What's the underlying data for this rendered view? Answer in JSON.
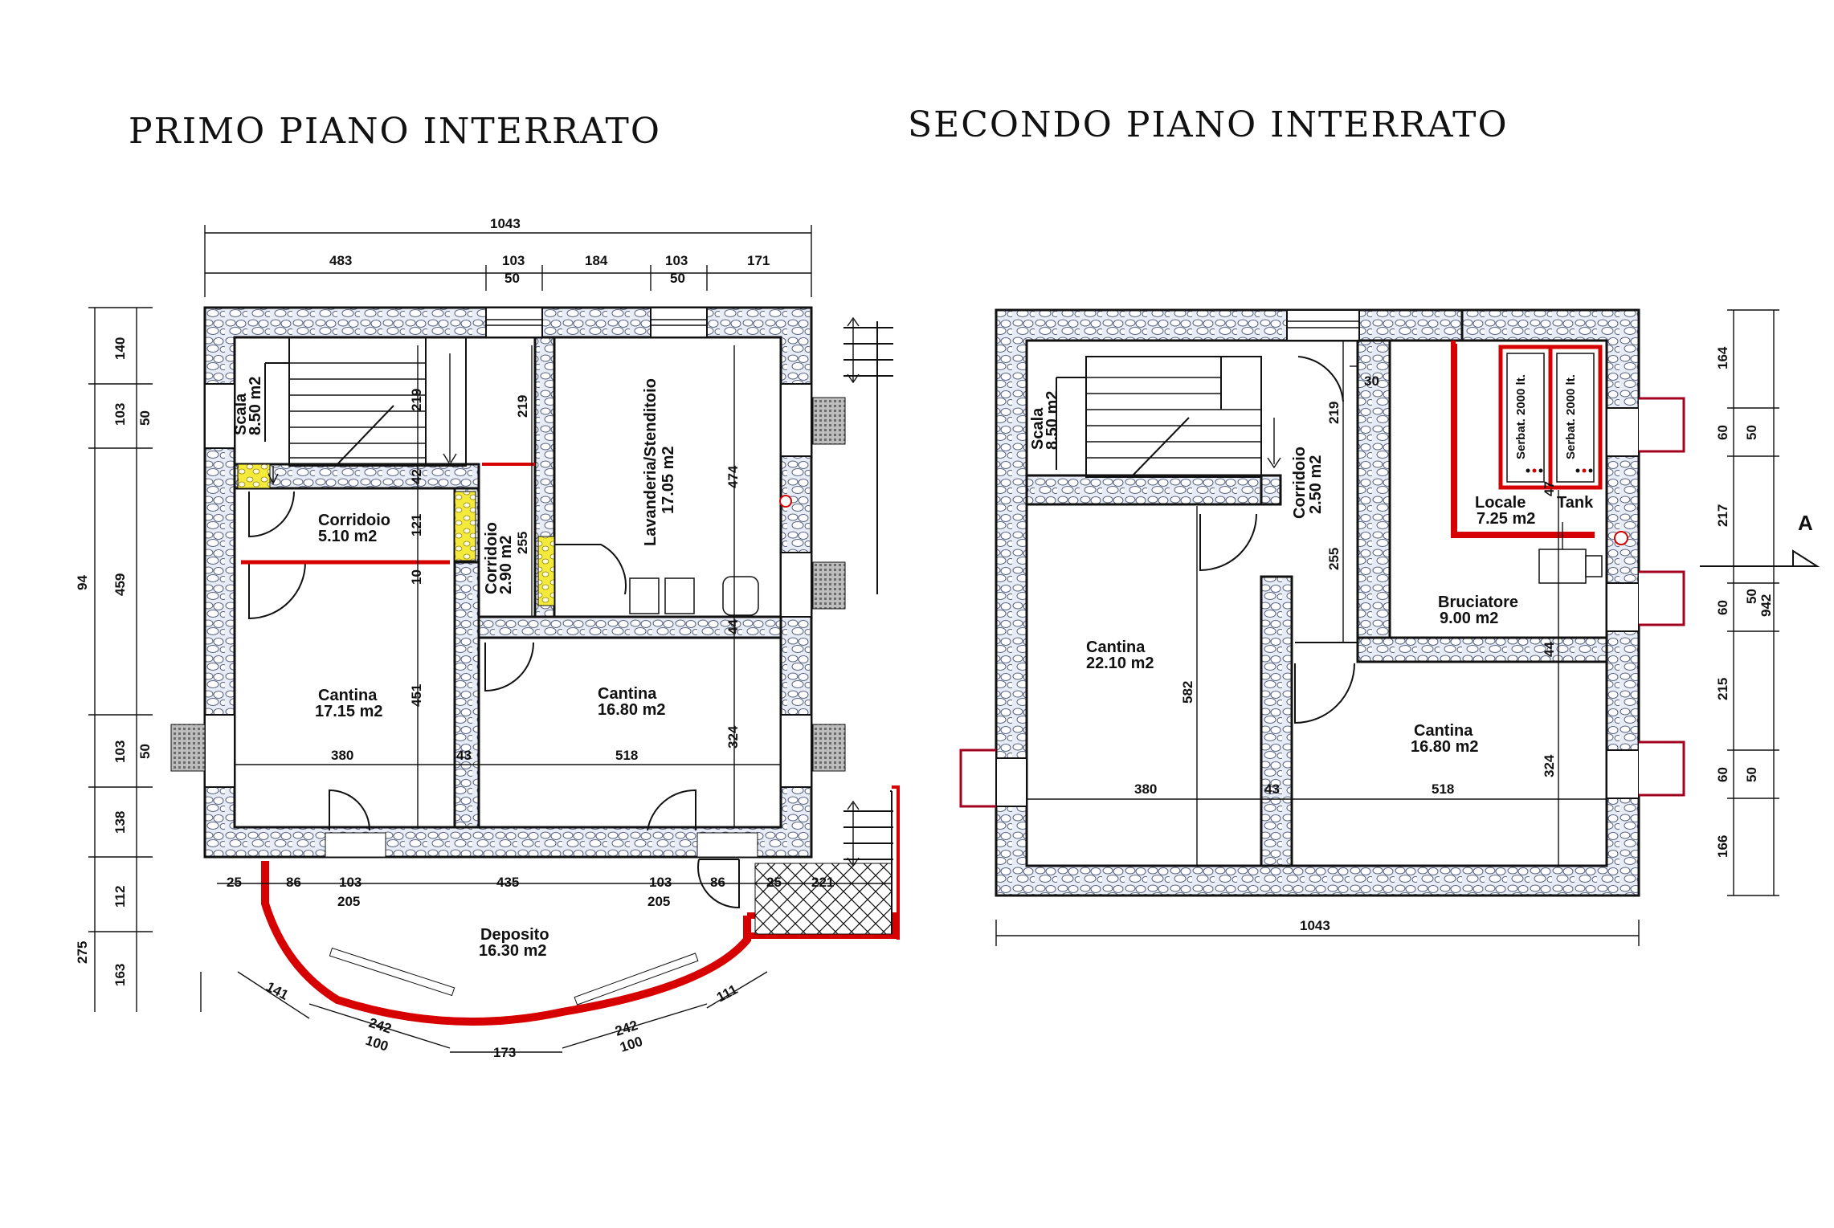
{
  "titles": {
    "left": "PRIMO PIANO INTERRATO",
    "right": "SECONDO PIANO INTERRATO"
  },
  "colors": {
    "wall_hatch": "#cfd6ea",
    "stair_wall": "#111111",
    "red_element": "#d60000",
    "yellow_highlight": "#f4ea3a"
  },
  "plan1": {
    "rooms": {
      "scala": {
        "name": "Scala",
        "area": "8.50 m2"
      },
      "corridoio": {
        "name": "Corridoio",
        "area": "5.10 m2"
      },
      "corridoio2": {
        "name": "Corridoio",
        "area": "2.90 m2"
      },
      "lavanderia": {
        "name": "Lavanderia/Stenditoio",
        "area": "17.05 m2"
      },
      "cantina1": {
        "name": "Cantina",
        "area": "17.15 m2"
      },
      "cantina2": {
        "name": "Cantina",
        "area": "16.80 m2"
      },
      "deposito": {
        "name": "Deposito",
        "area": "16.30 m2"
      }
    },
    "dims": {
      "total": "1043",
      "top": [
        "483",
        "103",
        "184",
        "103",
        "171"
      ],
      "top_windows": [
        "50",
        "50"
      ],
      "left_outer": [
        "140",
        "103",
        "459",
        "103",
        "138",
        "112",
        "163"
      ],
      "left_outer_top": "94",
      "left_outer_bottom": "275",
      "left_inner": [
        "50",
        "50"
      ],
      "interior": [
        "219",
        "42",
        "121",
        "10",
        "451",
        "219",
        "255",
        "474",
        "44",
        "324"
      ],
      "width_bottom": [
        "380",
        "43",
        "518"
      ],
      "bottom": [
        "25",
        "86",
        "103",
        "435",
        "103",
        "86",
        "25",
        "221"
      ],
      "bottom_sub": [
        "205",
        "205"
      ],
      "arc": [
        "141",
        "242",
        "100",
        "173",
        "242",
        "100",
        "111"
      ]
    }
  },
  "plan2": {
    "rooms": {
      "scala": {
        "name": "Scala",
        "area": "8.50 m2"
      },
      "corridoio": {
        "name": "Corridoio",
        "area": "2.50 m2"
      },
      "locale": {
        "name": "Locale",
        "area": "7.25 m2",
        "tag": "Tank"
      },
      "bruciatore": {
        "name": "Bruciatore",
        "area": "9.00 m2"
      },
      "cantina1": {
        "name": "Cantina",
        "area": "22.10 m2"
      },
      "cantina2": {
        "name": "Cantina",
        "area": "16.80 m2"
      }
    },
    "tanks": [
      "Serbat. 2000 lt.",
      "Serbat. 2000 lt."
    ],
    "dims": {
      "total": "1043",
      "interior": [
        "30",
        "219",
        "255",
        "582",
        "44",
        "324",
        "47"
      ],
      "width_bottom": [
        "380",
        "43",
        "518"
      ],
      "right_outer": [
        "164",
        "60",
        "217",
        "60",
        "215",
        "60",
        "166"
      ],
      "right_inner": [
        "50",
        "50",
        "50"
      ],
      "right_total": "942"
    },
    "section_marker": "A"
  }
}
